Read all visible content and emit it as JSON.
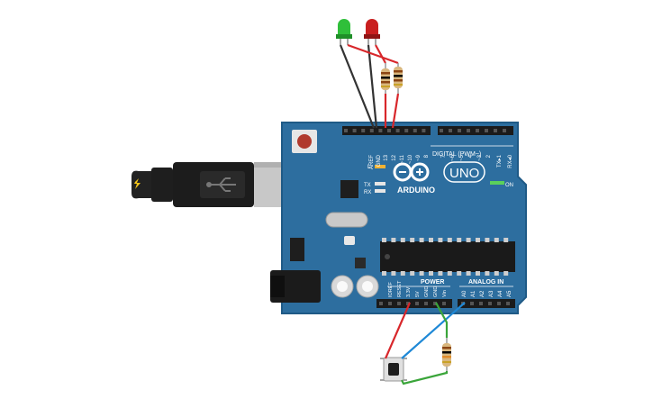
{
  "board": {
    "brand": "ARDUINO",
    "model": "UNO",
    "on_label": "ON",
    "tx_label": "TX",
    "rx_label": "RX",
    "l_label": "L",
    "digital_header": "DIGITAL (PWM~)",
    "power_header": "POWER",
    "analog_header": "ANALOG IN",
    "digital_pins": [
      "AREF",
      "GND",
      "13",
      "12",
      "~11",
      "~10",
      "~9",
      "8",
      "7",
      "~6",
      "~5",
      "4",
      "~3",
      "2",
      "TX▸1",
      "RX◂0"
    ],
    "power_pins": [
      "IOREF",
      "RESET",
      "3.3V",
      "5V",
      "GND",
      "GND",
      "Vin"
    ],
    "analog_pins": [
      "A0",
      "A1",
      "A2",
      "A3",
      "A4",
      "A5"
    ]
  },
  "components": {
    "led_green": "green",
    "led_red": "red",
    "resistors": 3,
    "pushbutton": 1,
    "usb_cable": 1
  },
  "colors": {
    "board": "#2d6e9f",
    "board_edge": "#1f5a86",
    "wire_red": "#d8272b",
    "wire_black": "#333333",
    "wire_blue": "#1e88d6",
    "wire_green": "#3aa53a",
    "led_green": "#2fbf3a",
    "led_red": "#c91f1f"
  }
}
